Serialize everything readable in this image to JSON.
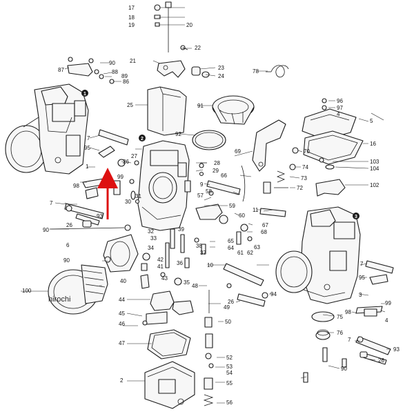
{
  "colors": {
    "accent_arrow": "#dd1111",
    "ink": "#1a1a1a",
    "background": "#ffffff"
  },
  "watermark": "hirochi",
  "section_markers": [
    "1",
    "2",
    "3"
  ],
  "callouts": {
    "n1": "1",
    "n2": "2",
    "n3": "3",
    "n4": "4",
    "n5": "5",
    "n6": "6",
    "n7a": "7",
    "n7b": "7",
    "n7c": "7",
    "n9": "9",
    "n10": "10",
    "n11": "11",
    "n16": "16",
    "n17": "17",
    "n18": "18",
    "n19": "19",
    "n20": "20",
    "n21": "21",
    "n22": "22",
    "n23": "23",
    "n24": "24",
    "n25": "25",
    "n26a": "26",
    "n26b": "26",
    "n26c": "26",
    "n26d": "26",
    "n27": "27",
    "n28": "28",
    "n29": "29",
    "n30": "30",
    "n31": "31",
    "n32": "32",
    "n33": "33",
    "n34": "34",
    "n35": "35",
    "n36": "36",
    "n37": "37",
    "n38": "38",
    "n39": "39",
    "n40": "40",
    "n41": "41",
    "n42": "42",
    "n43": "43",
    "n44": "44",
    "n45": "45",
    "n46": "46",
    "n47": "47",
    "n48": "48",
    "n49": "49",
    "n50": "50",
    "n52": "52",
    "n53": "53",
    "n54": "54",
    "n55": "55",
    "n56": "56",
    "n57": "57",
    "n58": "58",
    "n59": "59",
    "n60": "60",
    "n61": "61",
    "n62": "62",
    "n63": "63",
    "n64": "64",
    "n65": "65",
    "n66": "66",
    "n67": "67",
    "n68": "68",
    "n69": "69",
    "n70": "70",
    "n72": "72",
    "n73": "73",
    "n74": "74",
    "n75": "75",
    "n76": "76",
    "n78": "78",
    "n86": "86",
    "n87": "87",
    "n88": "88",
    "n89": "89",
    "n90a": "90",
    "n90b": "90",
    "n90c": "90",
    "n90d": "90",
    "n91": "91",
    "n92": "92",
    "n93a": "93",
    "n93b": "93",
    "n94": "94",
    "n95a": "95",
    "n95b": "95",
    "n96": "96",
    "n97": "97",
    "n98a": "98",
    "n98b": "98",
    "n99": "99",
    "n100": "100",
    "n102": "102",
    "n103": "103",
    "n104": "104"
  }
}
